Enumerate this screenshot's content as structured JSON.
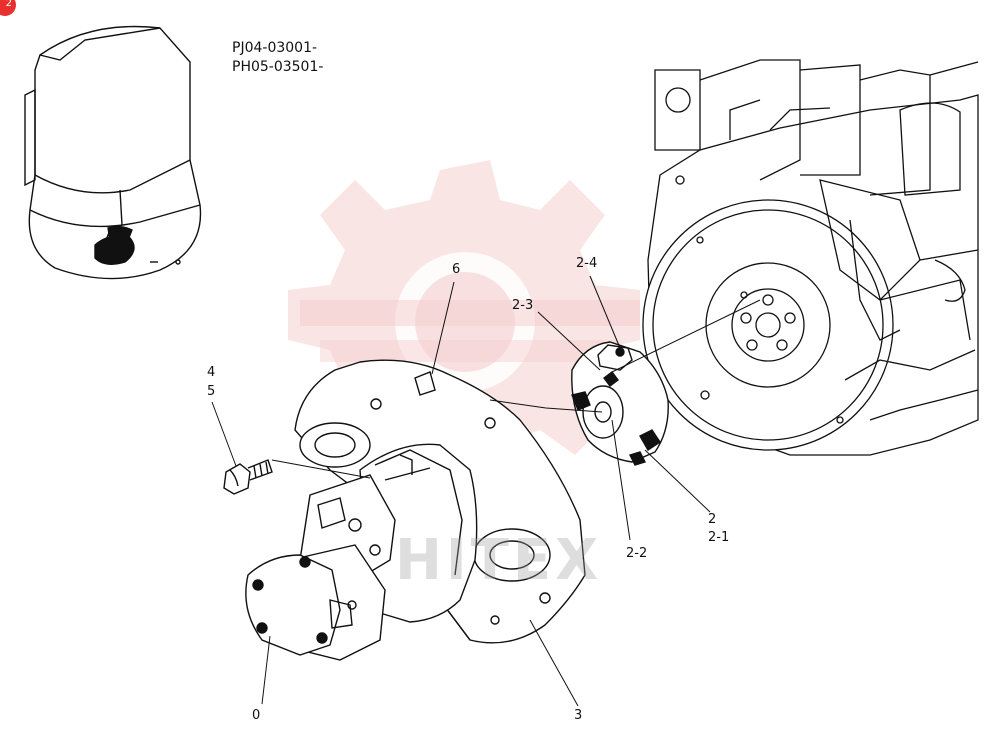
{
  "corner_badge": "2",
  "serial_ranges": [
    "PJ04-03001-",
    "PH05-03501-"
  ],
  "watermark_text": "HITEX",
  "callouts": {
    "c0": "0",
    "c2": "2",
    "c2_1": "2-1",
    "c2_2": "2-2",
    "c2_3": "2-3",
    "c2_4": "2-4",
    "c3": "3",
    "c4": "4",
    "c5": "5",
    "c6": "6"
  },
  "colors": {
    "line": "#111111",
    "watermark_logo": "#f4c6c6",
    "badge": "#e8312f"
  }
}
